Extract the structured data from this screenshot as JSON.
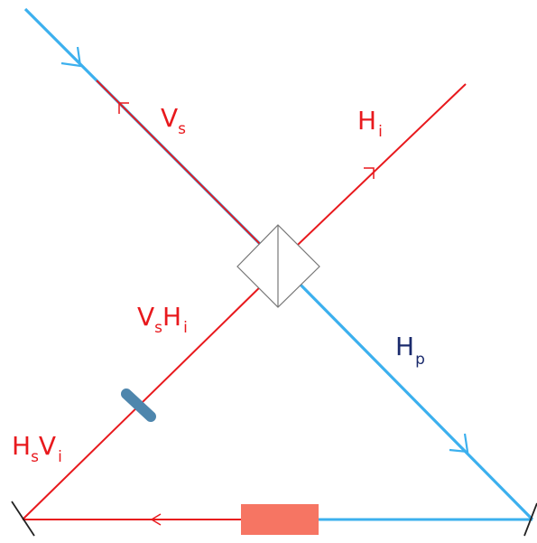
{
  "colors": {
    "signal": "#e8191d",
    "pump": "#3cb0ee",
    "pump_label": "#1a2a6c",
    "plate": "#4e86ad",
    "crystal": "#f67563",
    "splitter_stroke": "#777777",
    "mirror": "#222222"
  },
  "labels": {
    "vs": {
      "main": "V",
      "sub": "s"
    },
    "hi": {
      "main": "H",
      "sub": "i"
    },
    "vshi": {
      "m1": "V",
      "s1": "s",
      "m2": "H",
      "s2": "i"
    },
    "hp": {
      "main": "H",
      "sub": "p"
    },
    "hsvi": {
      "m1": "H",
      "s1": "s",
      "m2": "V",
      "s2": "i"
    }
  },
  "components": [
    {
      "name": "polarizing-beam-splitter",
      "kind": "beam splitter cube"
    },
    {
      "name": "wave-plate",
      "kind": "half-wave plate"
    },
    {
      "name": "nonlinear-crystal",
      "kind": "crystal"
    },
    {
      "name": "left-mirror",
      "kind": "mirror"
    },
    {
      "name": "right-mirror",
      "kind": "mirror"
    }
  ]
}
